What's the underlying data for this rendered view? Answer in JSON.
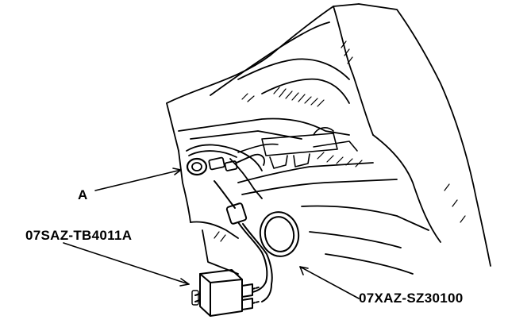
{
  "callouts": {
    "part_a": "A",
    "tool_part": "07SAZ-TB4011A",
    "cable_part": "07XAZ-SZ30100"
  },
  "colors": {
    "ink": "#000000",
    "paper": "#ffffff",
    "shade": "#9a9a9a"
  }
}
